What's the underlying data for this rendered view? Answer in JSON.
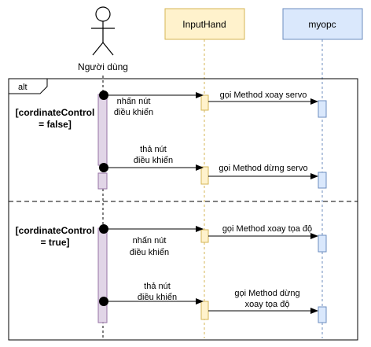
{
  "participants": {
    "actor": {
      "label": "Người dùng"
    },
    "input_hand": {
      "label": "InputHand",
      "fill": "#fff2cc",
      "stroke": "#d6b656"
    },
    "myopc": {
      "label": "myopc",
      "fill": "#dae8fc",
      "stroke": "#6c8ebf"
    }
  },
  "activation_colors": {
    "actor": {
      "fill": "#e1d5e7",
      "stroke": "#9673a6"
    }
  },
  "alt_fragment": {
    "label": "alt",
    "sections": [
      {
        "guard": [
          "[cordinateControl",
          "= false]"
        ],
        "messages": [
          {
            "from": "actor",
            "to": "input_hand",
            "lines": [
              "nhấn nút",
              "điều khiển"
            ]
          },
          {
            "from": "input_hand",
            "to": "myopc",
            "lines": [
              "gọi Method xoay servo"
            ]
          },
          {
            "from": "actor",
            "to": "input_hand",
            "lines": [
              "thả nút",
              "điều khiển"
            ]
          },
          {
            "from": "input_hand",
            "to": "myopc",
            "lines": [
              "gọi Method dừng servo"
            ]
          }
        ]
      },
      {
        "guard": [
          "[cordinateControl",
          "= true]"
        ],
        "messages": [
          {
            "from": "actor",
            "to": "input_hand",
            "lines": [
              "nhấn nút",
              "điều khiển"
            ]
          },
          {
            "from": "input_hand",
            "to": "myopc",
            "lines": [
              "gọi Method xoay tọa độ"
            ]
          },
          {
            "from": "actor",
            "to": "input_hand",
            "lines": [
              "thả nút",
              "điều khiển"
            ]
          },
          {
            "from": "input_hand",
            "to": "myopc",
            "lines": [
              "gọi Method dừng",
              "xoay tọa độ"
            ]
          }
        ]
      }
    ]
  }
}
